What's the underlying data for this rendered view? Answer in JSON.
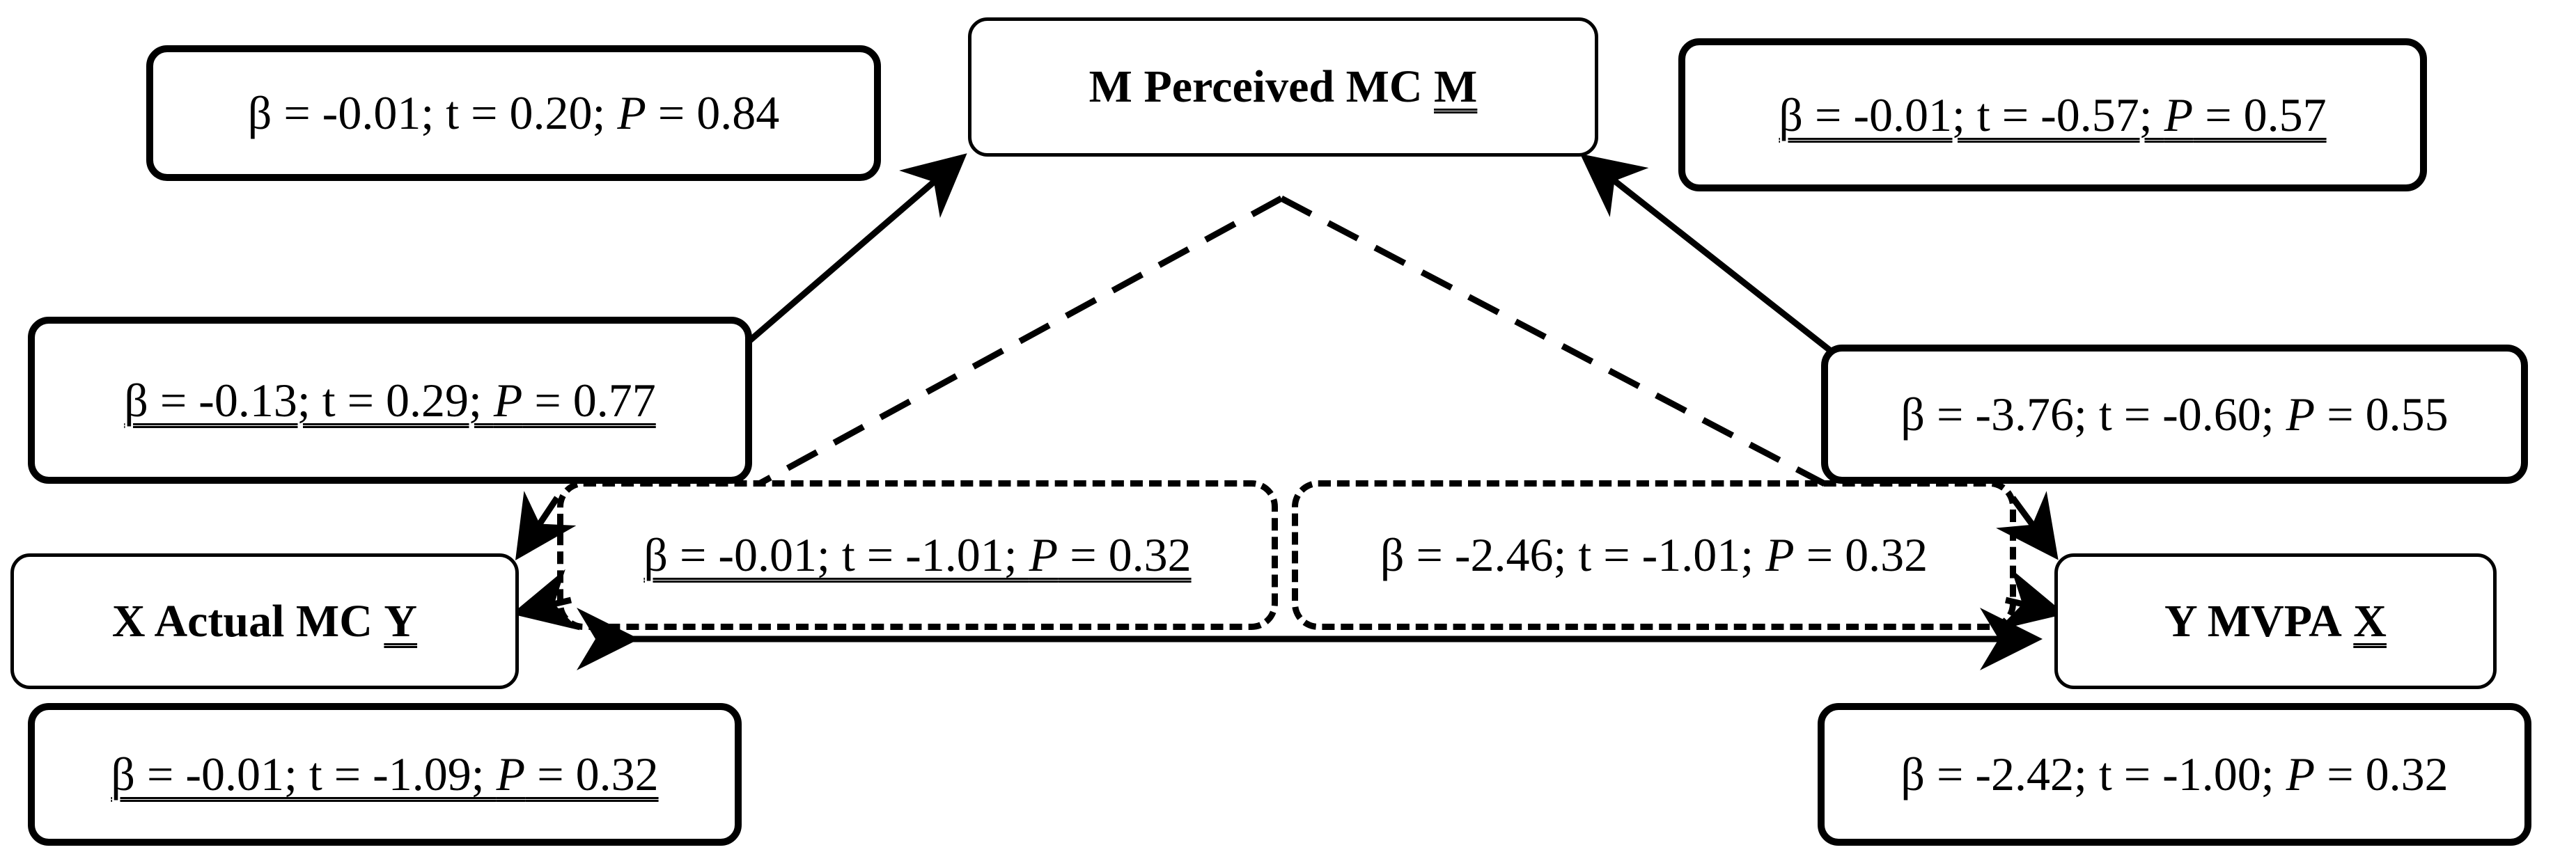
{
  "nodes": {
    "mediator": {
      "prefix": "M Perceived MC",
      "mark": "M"
    },
    "x": {
      "prefix": "X Actual MC",
      "mark": "Y"
    },
    "y": {
      "prefix": "Y MVPA",
      "mark": "X"
    }
  },
  "stats": {
    "a_top_left": {
      "beta": "β = -0.01; t = 0.20; ",
      "p_label": "P",
      "p": " = 0.84"
    },
    "a_mid_left": {
      "beta": "β = -0.13; t = 0.29; ",
      "p_label": "P",
      "p": " = 0.77"
    },
    "b_top_right": {
      "beta": "β = -0.01; t = -0.57; ",
      "p_label": "P",
      "p": " = 0.57"
    },
    "b_mid_right": {
      "beta": "β = -3.76; t = -0.60; ",
      "p_label": "P",
      "p": " = 0.55"
    },
    "indirect_left": {
      "beta": "β = -0.01; t = -1.01; ",
      "p_label": "P",
      "p": " = 0.32"
    },
    "indirect_right": {
      "beta": "β = -2.46; t = -1.01; ",
      "p_label": "P",
      "p": " = 0.32"
    },
    "direct_bottom_left": {
      "beta": "β = -0.01; t = -1.09; ",
      "p_label": "P",
      "p": " = 0.32"
    },
    "direct_bottom_right": {
      "beta": "β = -2.42; t = -1.00; ",
      "p_label": "P",
      "p": " = 0.32"
    }
  },
  "colors": {
    "line": "#000000",
    "background": "#ffffff"
  }
}
